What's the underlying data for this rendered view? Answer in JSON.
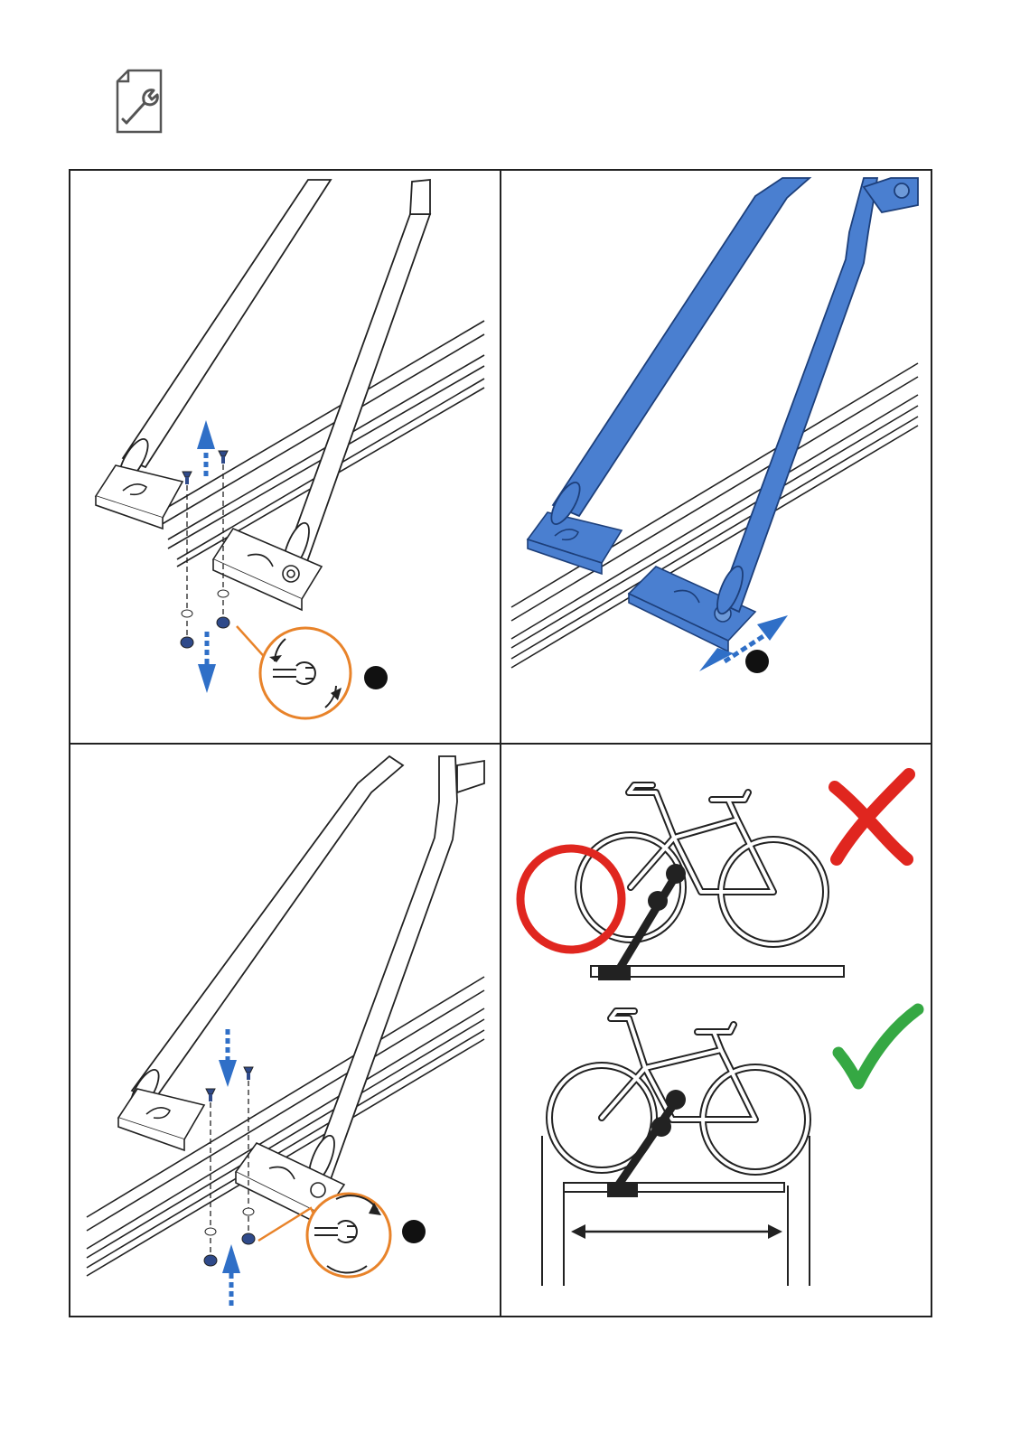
{
  "page": {
    "icon": "document-wrench-icon"
  },
  "colors": {
    "accent_blue": "#2f6fc7",
    "part_blue": "#4a7fd0",
    "callout_orange": "#e8832a",
    "wrong_red": "#e0261f",
    "correct_green": "#35a843",
    "line": "#222222"
  },
  "panels": [
    {
      "id": "step-1",
      "content": "remove-screws",
      "icons": [
        "arrow-up-icon",
        "arrow-down-icon",
        "wrench-loosen-icon",
        "step-bullet-icon"
      ]
    },
    {
      "id": "step-2",
      "content": "slide-base-plate",
      "icons": [
        "double-arrow-icon",
        "step-bullet-icon"
      ]
    },
    {
      "id": "step-3",
      "content": "insert-screws",
      "icons": [
        "arrow-down-icon",
        "arrow-up-icon",
        "wrench-tighten-icon",
        "step-bullet-icon"
      ]
    },
    {
      "id": "step-4",
      "content": "bike-placement",
      "icons": [
        "wrong-cross-icon",
        "correct-check-icon",
        "width-arrow-icon"
      ]
    }
  ]
}
